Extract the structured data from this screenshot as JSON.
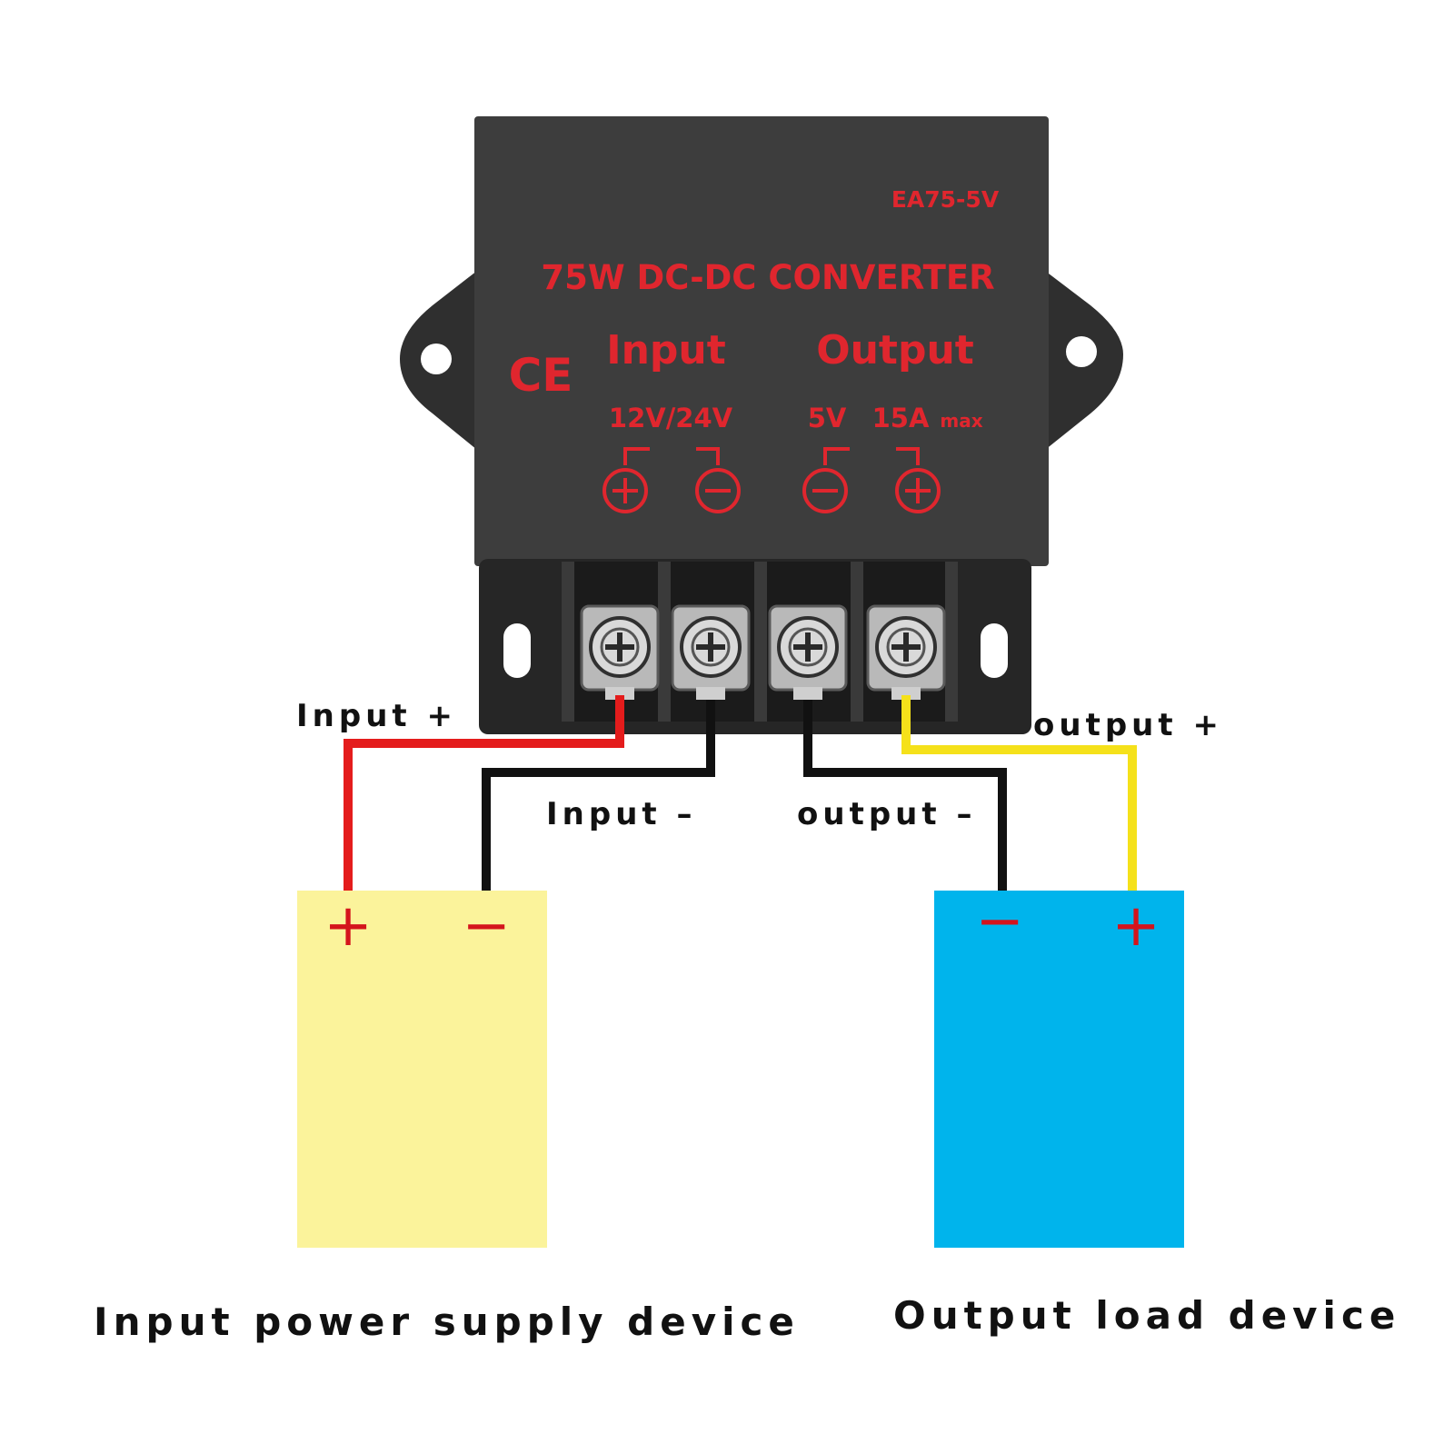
{
  "converter": {
    "model": "EA75-5V",
    "title": "75W DC-DC CONVERTER",
    "mark": "CE",
    "input_heading": "Input",
    "output_heading": "Output",
    "input_spec": "12V/24V",
    "output_voltage": "5V",
    "output_current": "15A",
    "output_current_suffix": "max",
    "text_color": "#e0262e",
    "body_color": "#3d3d3d"
  },
  "wires": {
    "input_plus": {
      "label": "Input +",
      "color": "#e41c1c"
    },
    "input_minus": {
      "label": "Input –",
      "color": "#111111"
    },
    "output_minus": {
      "label": "output –",
      "color": "#111111"
    },
    "output_plus": {
      "label": "output +",
      "color": "#f5e11a"
    }
  },
  "devices": {
    "input": {
      "label": "Input power supply device",
      "plus": "+",
      "minus": "−",
      "color": "#fbf39b"
    },
    "output": {
      "label": "Output load device",
      "plus": "+",
      "minus": "−",
      "color": "#00b4ec"
    }
  }
}
